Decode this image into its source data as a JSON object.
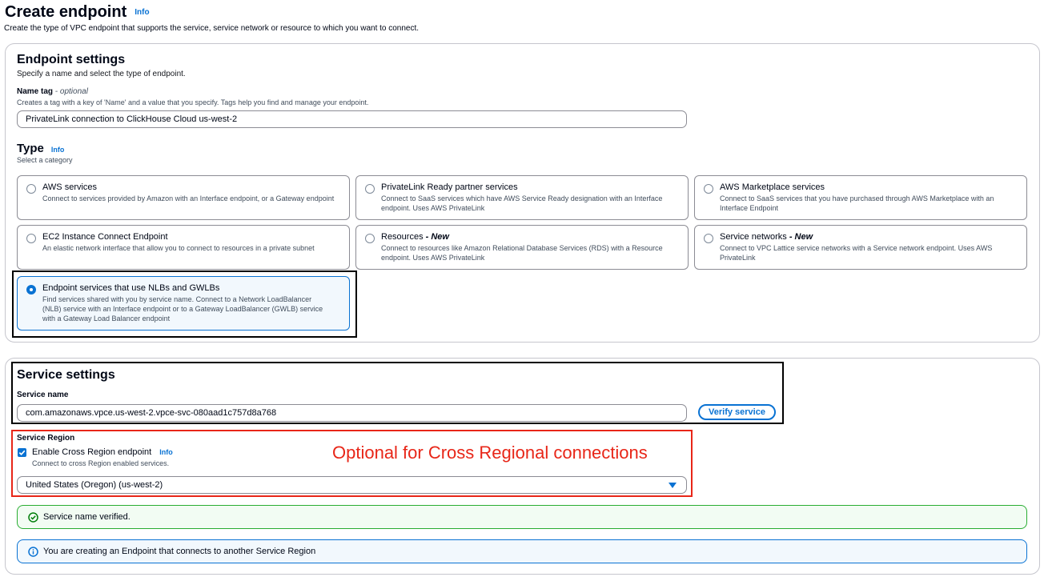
{
  "page": {
    "title": "Create endpoint",
    "info_label": "Info",
    "description": "Create the type of VPC endpoint that supports the service, service network or resource to which you want to connect."
  },
  "endpoint_settings": {
    "title": "Endpoint settings",
    "description": "Specify a name and select the type of endpoint.",
    "name_tag": {
      "label": "Name tag",
      "optional": "- optional",
      "hint": "Creates a tag with a key of 'Name' and a value that you specify. Tags help you find and manage your endpoint.",
      "value": "PrivateLink connection to ClickHouse Cloud us-west-2"
    },
    "type": {
      "title": "Type",
      "info_label": "Info",
      "hint": "Select a category",
      "options": [
        {
          "title": "AWS services",
          "suffix": "",
          "description": "Connect to services provided by Amazon with an Interface endpoint, or a Gateway endpoint",
          "selected": false
        },
        {
          "title": "PrivateLink Ready partner services",
          "suffix": "",
          "description": "Connect to SaaS services which have AWS Service Ready designation with an Interface endpoint. Uses AWS PrivateLink",
          "selected": false
        },
        {
          "title": "AWS Marketplace services",
          "suffix": "",
          "description": "Connect to SaaS services that you have purchased through AWS Marketplace with an Interface Endpoint",
          "selected": false
        },
        {
          "title": "EC2 Instance Connect Endpoint",
          "suffix": "",
          "description": "An elastic network interface that allow you to connect to resources in a private subnet",
          "selected": false
        },
        {
          "title": "Resources",
          "suffix": "- New",
          "description": "Connect to resources like Amazon Relational Database Services (RDS) with a Resource endpoint. Uses AWS PrivateLink",
          "selected": false
        },
        {
          "title": "Service networks",
          "suffix": "- New",
          "description": "Connect to VPC Lattice service networks with a Service network endpoint. Uses AWS PrivateLink",
          "selected": false
        },
        {
          "title": "Endpoint services that use NLBs and GWLBs",
          "suffix": "",
          "description": "Find services shared with you by service name. Connect to a Network LoadBalancer (NLB) service with an Interface endpoint or to a Gateway LoadBalancer (GWLB) service with a Gateway Load Balancer endpoint",
          "selected": true
        }
      ]
    }
  },
  "service_settings": {
    "title": "Service settings",
    "service_name": {
      "label": "Service name",
      "value": "com.amazonaws.vpce.us-west-2.vpce-svc-080aad1c757d8a768"
    },
    "verify_button": "Verify service",
    "service_region": {
      "label": "Service Region",
      "checkbox_label": "Enable Cross Region endpoint",
      "checkbox_checked": true,
      "info_label": "Info",
      "checkbox_hint": "Connect to cross Region enabled services.",
      "selected_region": "United States (Oregon) (us-west-2)"
    },
    "alerts": {
      "success": "Service name verified.",
      "info": "You are creating an Endpoint that connects to another Service Region"
    }
  },
  "annotation": {
    "text": "Optional for Cross Regional connections"
  },
  "colors": {
    "accent": "#0972d3",
    "success": "#29ad32",
    "annotation_red": "#e82618",
    "highlight_black": "#000000"
  }
}
